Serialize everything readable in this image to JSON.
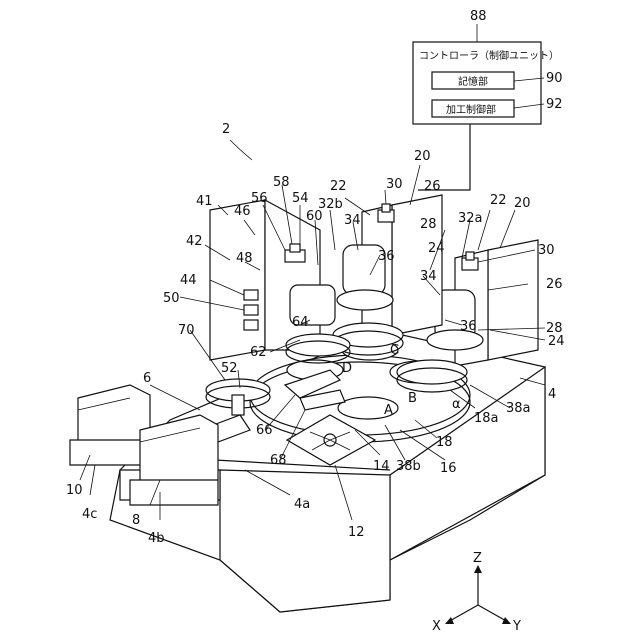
{
  "figure": {
    "device_label": "2",
    "controller_box": {
      "ref": "88",
      "title": "コントローラ（制御ユニット）",
      "memory_label": "記憶部",
      "memory_ref": "90",
      "control_label": "加工制御部",
      "control_ref": "92"
    },
    "reference_numerals": [
      "2",
      "4",
      "4a",
      "4b",
      "4c",
      "6",
      "8",
      "10",
      "12",
      "14",
      "16",
      "18",
      "18a",
      "20",
      "20",
      "22",
      "22",
      "24",
      "24",
      "26",
      "26",
      "28",
      "28",
      "30",
      "30",
      "32a",
      "32b",
      "34",
      "34",
      "36",
      "36",
      "38a",
      "38b",
      "41",
      "42",
      "44",
      "46",
      "48",
      "50",
      "52",
      "54",
      "56",
      "58",
      "60",
      "62",
      "64",
      "66",
      "68",
      "70"
    ],
    "position_labels": [
      "A",
      "B",
      "C",
      "D"
    ],
    "angle_label": "α",
    "axes": {
      "z": "Z",
      "x": "X",
      "y": "Y"
    }
  }
}
